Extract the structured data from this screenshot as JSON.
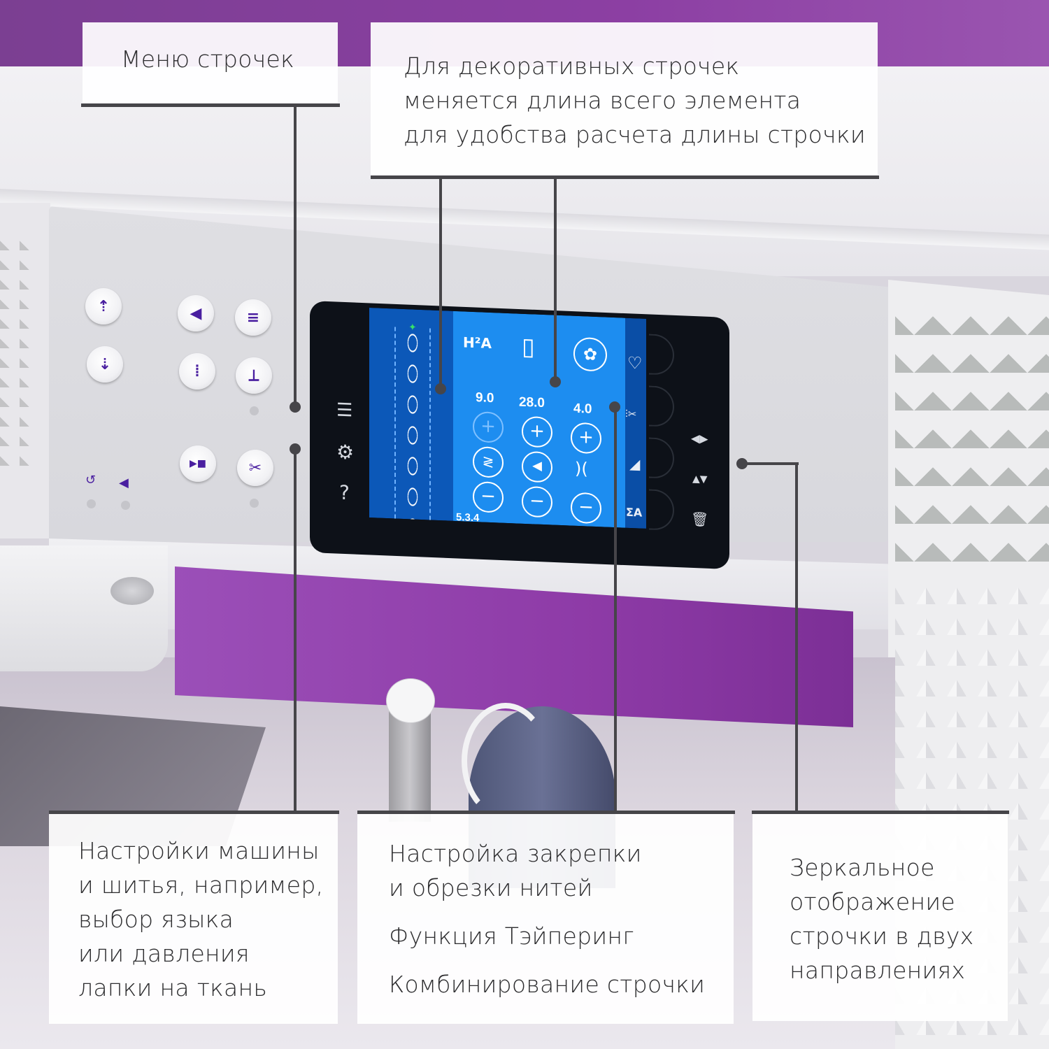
{
  "callouts": {
    "stitch_menu": {
      "text": "Меню строчек"
    },
    "decorative_length": {
      "lines": [
        "Для декоративных строчек",
        "меняется длина всего элемента",
        "для удобства расчета длины строчки"
      ]
    },
    "machine_settings": {
      "lines": [
        "Настройки машины",
        "и шитья, например,",
        "выбор языка",
        "или давления",
        "лапки на ткань"
      ]
    },
    "tie_off_tapering": {
      "lines": [
        "Настройка закрепки",
        "и обрезки нитей"
      ],
      "tapering": "Функция Тэйперинг",
      "combining": "Комбинирование строчки"
    },
    "mirror": {
      "lines": [
        "Зеркальное",
        "отображение",
        "строчки в двух",
        "направлениях"
      ]
    }
  },
  "machine_buttons": {
    "left_column": [
      {
        "icon": "presser-foot-up-icon",
        "glyph": "⇡"
      },
      {
        "icon": "presser-foot-down-icon",
        "glyph": "⇣"
      }
    ],
    "middle_column": [
      {
        "icon": "reverse-icon",
        "glyph": "◀"
      },
      {
        "icon": "needle-position-icon",
        "glyph": "⦙"
      },
      {
        "icon": "start-stop-icon",
        "glyph": "▶■"
      }
    ],
    "right_column": [
      {
        "icon": "stitch-restart-icon",
        "glyph": "≡"
      },
      {
        "icon": "needle-up-down-icon",
        "glyph": "⟂"
      },
      {
        "icon": "thread-cutter-icon",
        "glyph": "✂"
      }
    ],
    "indicators": [
      {
        "icon": "reverse-indicator-icon",
        "glyph": "↺"
      },
      {
        "icon": "reverse-stitch-indicator-icon",
        "glyph": "◀"
      }
    ]
  },
  "screen": {
    "left_nav": [
      {
        "icon": "stitch-menu-icon",
        "glyph": "☰"
      },
      {
        "icon": "settings-gear-icon",
        "glyph": "⚙"
      },
      {
        "icon": "help-icon",
        "glyph": "?"
      }
    ],
    "top_icons": [
      {
        "icon": "presser-foot-recommendation-icon",
        "glyph": "H²A"
      },
      {
        "icon": "stabilizer-icon",
        "glyph": "▯"
      },
      {
        "icon": "pattern-icon",
        "glyph": "✿"
      }
    ],
    "params": [
      {
        "name": "stitch-width",
        "value": "9.0",
        "plus_disabled": true,
        "middle_glyph": "≷"
      },
      {
        "name": "stitch-length",
        "value": "28.0",
        "plus_disabled": false,
        "middle_glyph": "◀"
      },
      {
        "name": "stitch-density",
        "value": "4.0",
        "plus_disabled": false,
        "middle_glyph": ")("
      }
    ],
    "plus_glyph": "+",
    "minus_glyph": "−",
    "stitch_code": "5.3.4",
    "right_strip": [
      {
        "icon": "favorite-heart-icon",
        "glyph": "♡"
      },
      {
        "icon": "tie-off-cut-icon",
        "glyph": "⫶✂"
      },
      {
        "icon": "tapering-icon",
        "glyph": "◢"
      },
      {
        "icon": "stitch-combine-icon",
        "glyph": "ΣA"
      }
    ],
    "bezel_right": [
      {
        "icon": "mirror-side-to-side-icon",
        "glyph": "◀▶"
      },
      {
        "icon": "mirror-end-to-end-icon",
        "glyph": "▲▼"
      },
      {
        "icon": "delete-trash-icon",
        "glyph": "🗑"
      }
    ]
  },
  "colors": {
    "screen_main": "#1d8df0",
    "screen_side": "#0c58b8",
    "button_icon": "#4a1fa0",
    "callout_line": "#464549",
    "backdrop_purple": "#8e3ba7"
  }
}
